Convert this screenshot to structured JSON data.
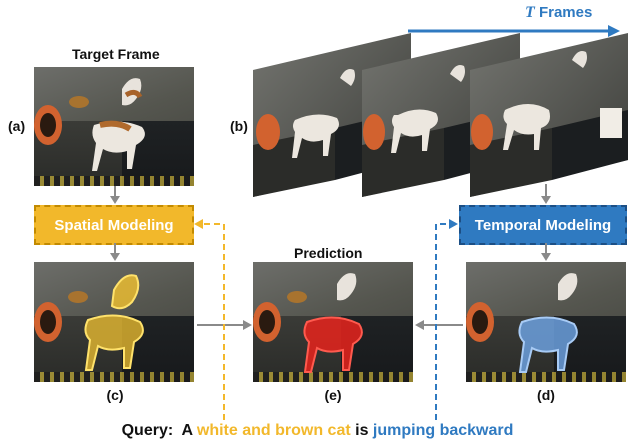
{
  "labels": {
    "target_frame": "Target Frame",
    "frames": "Frames",
    "t_symbol": "T",
    "prediction": "Prediction",
    "a": "(a)",
    "b": "(b)",
    "c": "(c)",
    "d": "(d)",
    "e": "(e)"
  },
  "modules": {
    "spatial": "Spatial Modeling",
    "temporal": "Temporal Modeling"
  },
  "query": {
    "prefix": "Query:  A ",
    "subject": "white and brown cat",
    "middle": " is ",
    "action": "jumping backward"
  },
  "colors": {
    "spatial": "#f2b82b",
    "temporal": "#2f7ac1",
    "prediction_mask": "#e8231c",
    "spatial_mask": "#f2c230",
    "temporal_mask": "#6fa6e8",
    "arrow_gray": "#8a8a8a"
  }
}
